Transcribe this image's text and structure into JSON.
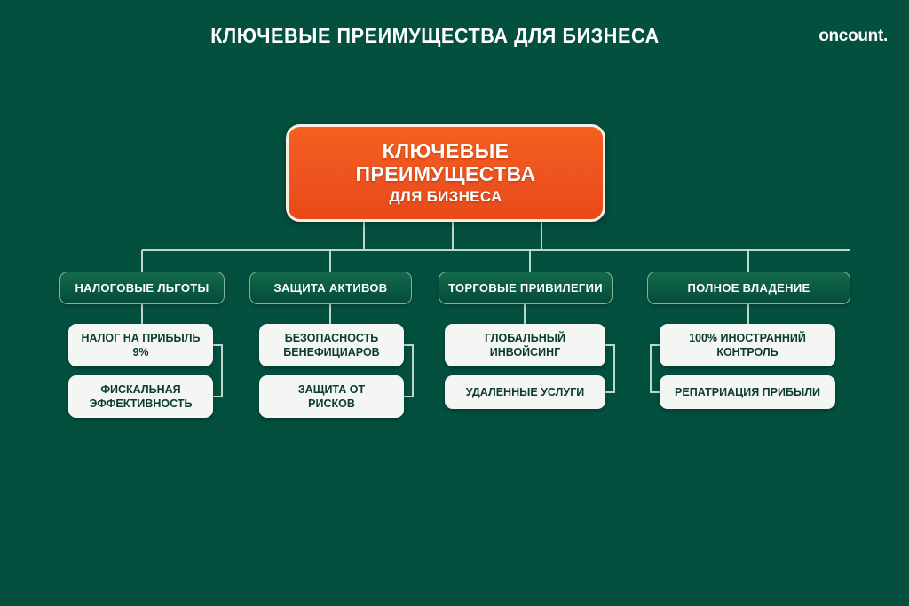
{
  "header": {
    "title": "КЛЮЧЕВЫЕ ПРЕИМУЩЕСТВА ДЛЯ БИЗНЕСА",
    "logo": "oncount."
  },
  "colors": {
    "background": "#03503F",
    "accent_orange": "#EE5320",
    "root_border": "#FBEDE4",
    "category_fill": "#0A5740",
    "category_border": "#7FB39A",
    "leaf_fill": "#F4F6F3",
    "leaf_text": "#0B3C2D",
    "connector": "#BFD8CC",
    "title_text": "#FFFFFF"
  },
  "chart_data": {
    "type": "diagram",
    "diagram_kind": "hierarchy-tree",
    "title": "КЛЮЧЕВЫЕ ПРЕИМУЩЕСТВА ДЛЯ БИЗНЕСА",
    "root": {
      "lines": [
        "КЛЮЧЕВЫЕ",
        "ПРЕИМУЩЕСТВА",
        "ДЛЯ БИЗНЕСА"
      ],
      "label": "КЛЮЧЕВЫЕ ПРЕИМУЩЕСТВА ДЛЯ БИЗНЕСА"
    },
    "branches": [
      {
        "label": "НАЛОГОВЫЕ ЛЬГОТЫ",
        "connector_side": "right",
        "children": [
          {
            "lines": [
              "НАЛОГ НА ПРИБЫЛЬ",
              "9%"
            ],
            "label": "НАЛОГ НА ПРИБЫЛЬ 9%"
          },
          {
            "lines": [
              "ФИСКАЛЬНАЯ",
              "ЭФФЕКТИВНОСТЬ"
            ],
            "label": "ФИСКАЛЬНАЯ ЭФФЕКТИВНОСТЬ"
          }
        ]
      },
      {
        "label": "ЗАЩИТА АКТИВОВ",
        "connector_side": "right",
        "children": [
          {
            "lines": [
              "БЕЗОПАСНОСТЬ",
              "БЕНЕФИЦИАРОВ"
            ],
            "label": "БЕЗОПАСНОСТЬ БЕНЕФИЦИАРОВ"
          },
          {
            "lines": [
              "ЗАЩИТА ОТ",
              "РИСКОВ"
            ],
            "label": "ЗАЩИТА ОТ РИСКОВ"
          }
        ]
      },
      {
        "label": "ТОРГОВЫЕ ПРИВИЛЕГИИ",
        "connector_side": "right",
        "children": [
          {
            "lines": [
              "ГЛОБАЛЬНЫЙ",
              "ИНВОЙСИНГ"
            ],
            "label": "ГЛОБАЛЬНЫЙ ИНВОЙСИНГ"
          },
          {
            "lines": [
              "УДАЛЕННЫЕ УСЛУГИ"
            ],
            "label": "УДАЛЕННЫЕ УСЛУГИ"
          }
        ]
      },
      {
        "label": "ПОЛНОЕ ВЛАДЕНИЕ",
        "connector_side": "left",
        "children": [
          {
            "lines": [
              "100% ИНОСТРАННИЙ",
              "КОНТРОЛЬ"
            ],
            "label": "100% ИНОСТРАННИЙ КОНТРОЛЬ"
          },
          {
            "lines": [
              "РЕПАТРИАЦИЯ ПРИБЫЛИ"
            ],
            "label": "РЕПАТРИАЦИЯ ПРИБЫЛИ"
          }
        ]
      }
    ]
  }
}
